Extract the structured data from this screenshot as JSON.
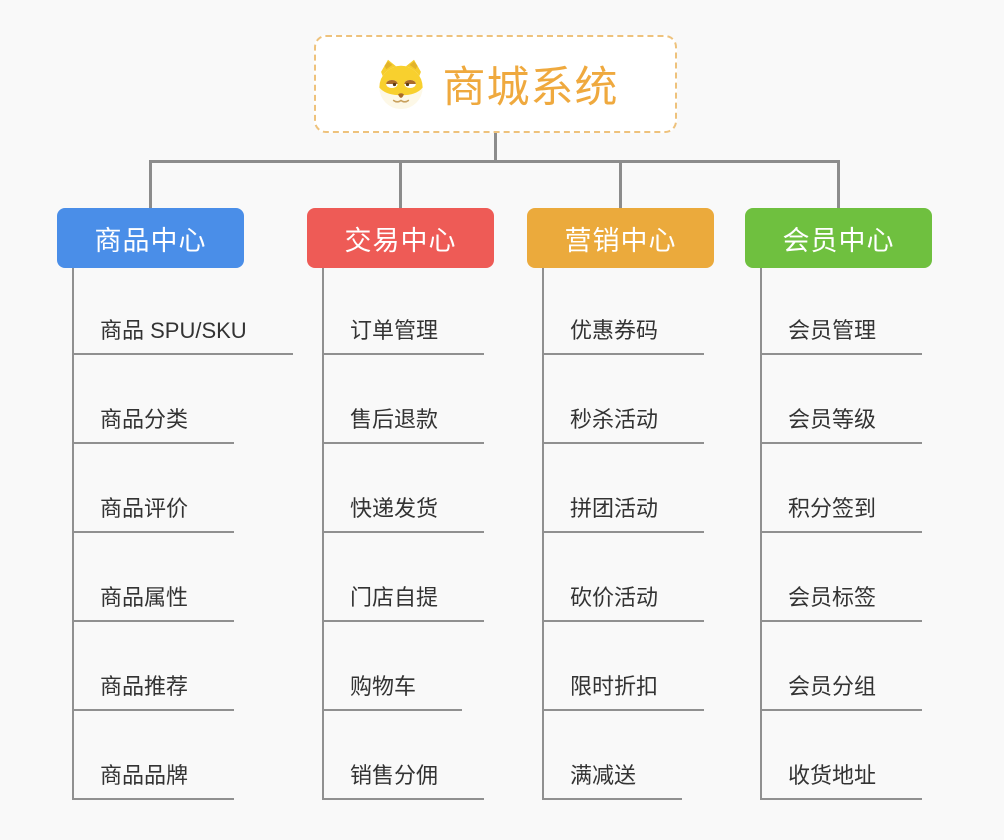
{
  "root": {
    "title": "商城系统",
    "icon": "dog-face-icon",
    "accent_color": "#efa93e",
    "border_color": "#eec27c"
  },
  "colors": {
    "background": "#f9f9f9",
    "connector_line": "#8c8c8c",
    "leaf_underline": "#909090",
    "leaf_text": "#333333"
  },
  "branches": [
    {
      "label": "商品中心",
      "color": "#4a8ee8",
      "children": [
        "商品 SPU/SKU",
        "商品分类",
        "商品评价",
        "商品属性",
        "商品推荐",
        "商品品牌"
      ]
    },
    {
      "label": "交易中心",
      "color": "#ee5b56",
      "children": [
        "订单管理",
        "售后退款",
        "快递发货",
        "门店自提",
        "购物车",
        "销售分佣"
      ]
    },
    {
      "label": "营销中心",
      "color": "#ebaa3c",
      "children": [
        "优惠券码",
        "秒杀活动",
        "拼团活动",
        "砍价活动",
        "限时折扣",
        "满减送"
      ]
    },
    {
      "label": "会员中心",
      "color": "#6fc03f",
      "children": [
        "会员管理",
        "会员等级",
        "积分签到",
        "会员标签",
        "会员分组",
        "收货地址"
      ]
    }
  ]
}
